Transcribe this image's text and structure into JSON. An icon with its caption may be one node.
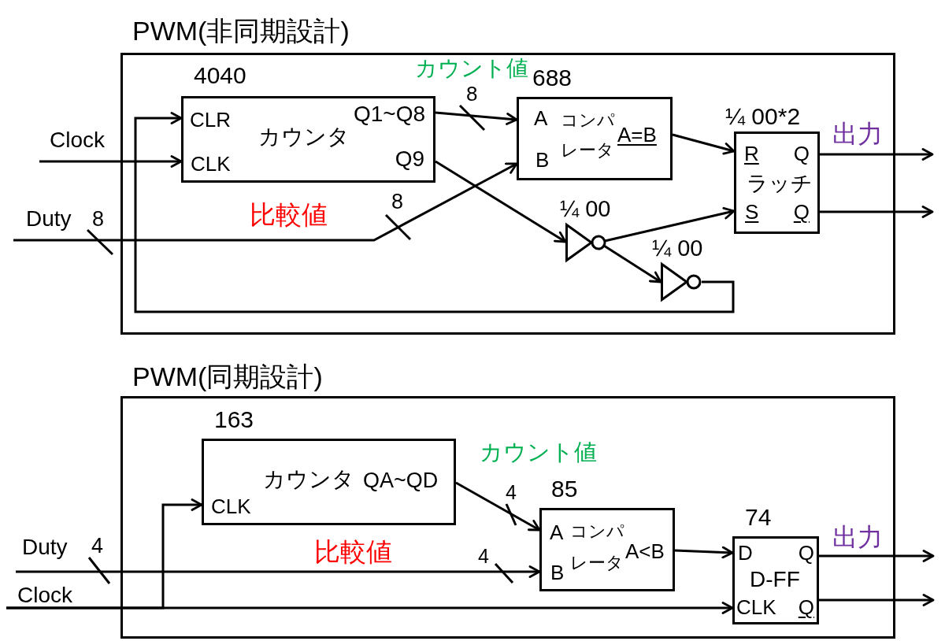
{
  "diagram": {
    "nodes": [
      {
        "text": [
          "PWM(非同期設計)"
        ]
      },
      {
        "text": [
          "4040",
          "CLR",
          "CLK",
          "カウンタ",
          "Q1~Q8",
          "Q9"
        ],
        "in": 0
      },
      {
        "text": [
          "688",
          "A",
          "B",
          "コンパレータ",
          "A=B"
        ],
        "in": 0
      },
      {
        "text": [
          "¼ 00*2",
          "R",
          "Q",
          "ラッチ",
          "S",
          "Q"
        ],
        "in": 0
      },
      {
        "text": [
          "¼ 00"
        ],
        "in": 0
      },
      {
        "text": [
          "¼ 00"
        ],
        "in": 0
      },
      {
        "text": [
          "Clock"
        ]
      },
      {
        "text": [
          "Duty"
        ]
      },
      {
        "text": [
          "PWM(同期設計)"
        ]
      },
      {
        "text": [
          "163",
          "CLK",
          "カウンタ",
          "QA~QD"
        ],
        "in": 8
      },
      {
        "text": [
          "85",
          "A",
          "B",
          "コンパレータ",
          "A<B"
        ],
        "in": 8
      },
      {
        "text": [
          "74",
          "D",
          "Q",
          "D-FF",
          "CLK",
          "Q"
        ],
        "in": 8
      },
      {
        "text": [
          "Duty"
        ]
      },
      {
        "text": [
          "Clock"
        ]
      }
    ],
    "edges": [
      {
        "from": 6,
        "to": 1,
        "arrow": "to"
      },
      {
        "from": 7,
        "to": 2,
        "arrow": "to"
      },
      {
        "from": 1,
        "to": 2,
        "arrow": "to"
      },
      {
        "from": 1,
        "to": 4,
        "arrow": "to"
      },
      {
        "from": 2,
        "to": 3,
        "arrow": "to"
      },
      {
        "from": 4,
        "to": 3,
        "arrow": "to"
      },
      {
        "from": 4,
        "to": 5,
        "arrow": "to"
      },
      {
        "from": 5,
        "to": 1,
        "arrow": "to"
      },
      {
        "from": 3,
        "to": null,
        "arrow": "to"
      },
      {
        "from": 3,
        "to": null,
        "arrow": "to"
      },
      {
        "from": 13,
        "to": 11,
        "arrow": "to"
      },
      {
        "from": 13,
        "to": 9,
        "arrow": "to"
      },
      {
        "from": 12,
        "to": 10,
        "arrow": "to"
      },
      {
        "from": 9,
        "to": 10,
        "arrow": "to"
      },
      {
        "from": 10,
        "to": 11,
        "arrow": "to"
      },
      {
        "from": 11,
        "to": null,
        "arrow": "to"
      },
      {
        "from": 11,
        "to": null,
        "arrow": "to"
      }
    ],
    "labels": [
      "カウント値",
      "8",
      "出力",
      "8",
      "比較値",
      "8",
      "カウント値",
      "4",
      "出力",
      "4",
      "比較値",
      "4"
    ]
  }
}
